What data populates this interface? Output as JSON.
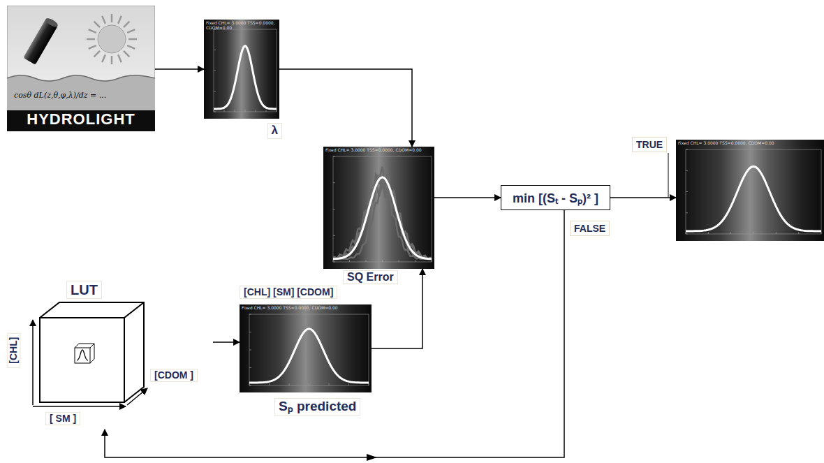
{
  "diagram": {
    "nodes": [
      {
        "text": [
          "HYDROLIGHT",
          "cosθ dL(z,θ,φ,λ)/dz = ..."
        ]
      },
      {
        "text": [
          "Fixed CHL= 3.0000 TSS=0.0000, CDOM=0.00",
          "λ"
        ]
      },
      {
        "text": [
          "Fixed CHL= 3.0000 TSS=0.0000, CDOM=0.00",
          "SQ Error"
        ]
      },
      {
        "text": [
          "min [(Sₜ - Sₚ)² ]"
        ]
      },
      {
        "text": [
          "Fixed CHL= 3.0000 TSS=0.0000, CDOM=0.00"
        ]
      },
      {
        "text": [
          "LUT",
          "[CHL]",
          "[ SM ]",
          "[CDOM ]"
        ]
      },
      {
        "text": [
          "[CHL] [SM] [CDOM]",
          "Fixed CHL= 3.0000 TSS=0.0000, CDOM=0.00",
          "Sₚ predicted"
        ]
      }
    ],
    "edges": [
      {
        "from": 0,
        "to": 1,
        "arrow": "to"
      },
      {
        "from": 1,
        "to": 2,
        "arrow": "to"
      },
      {
        "from": 2,
        "to": 3,
        "arrow": "to"
      },
      {
        "from": 3,
        "to": 4,
        "label": "TRUE",
        "arrow": "to"
      },
      {
        "from": 3,
        "to": 5,
        "label": "FALSE",
        "arrow": "to"
      },
      {
        "from": 5,
        "to": 6,
        "arrow": "to"
      },
      {
        "from": 6,
        "to": 2,
        "arrow": "to"
      }
    ]
  }
}
